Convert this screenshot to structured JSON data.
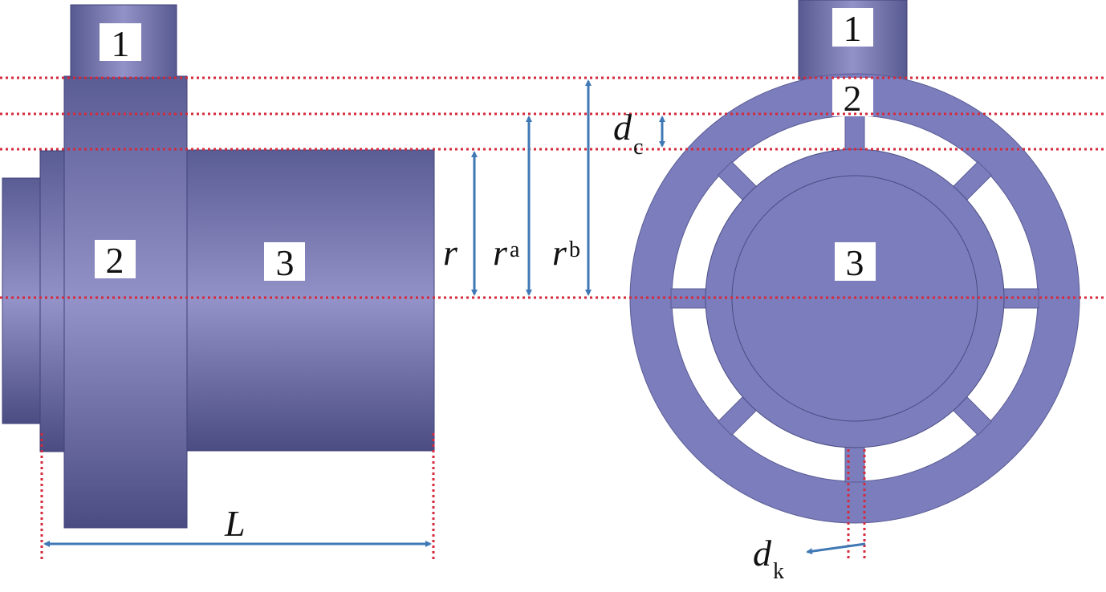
{
  "parts": {
    "p1": "1",
    "p2": "2",
    "p3": "3"
  },
  "dims": {
    "r": "r",
    "ra_main": "r",
    "ra_sub": "a",
    "rb_main": "r",
    "rb_sub": "b",
    "dc_main": "d",
    "dc_sub": "c",
    "dk_main": "d",
    "dk_sub": "k",
    "L": "L"
  },
  "colors": {
    "body": "#6f71b2",
    "guide": "#d42a3c",
    "arrow": "#3f78b5"
  }
}
